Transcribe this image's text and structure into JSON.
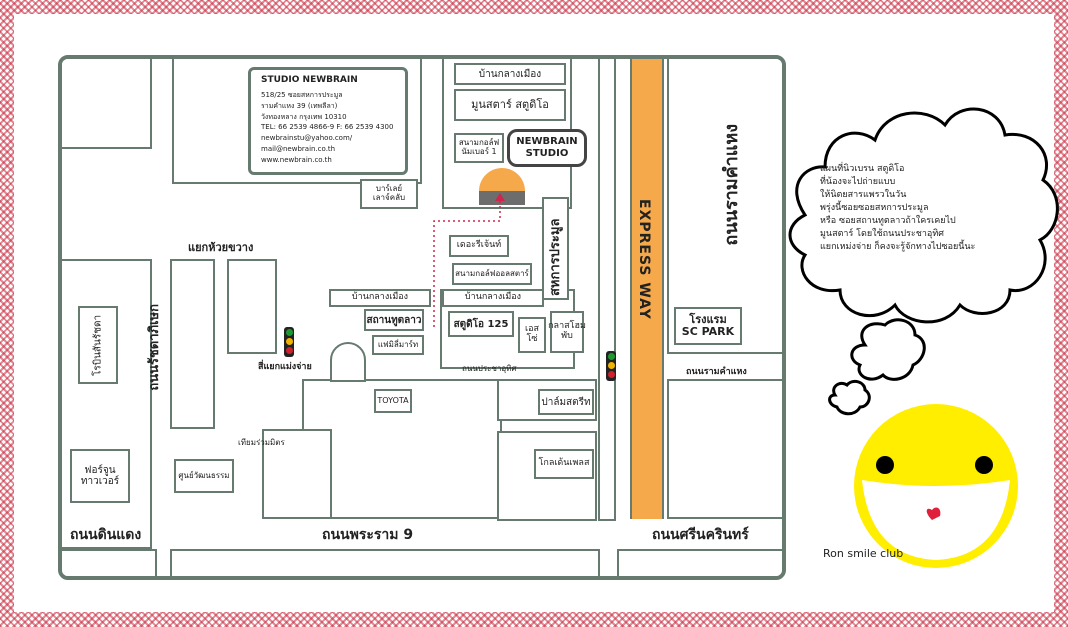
{
  "colors": {
    "border": "#667a70",
    "express": "#f6a94a",
    "frame": "#c8283c",
    "smiley": "#ffee00"
  },
  "info": {
    "title": "STUDIO NEWBRAIN",
    "lines": [
      "518/25 ซอยสหการประมูล",
      "รามคำแหง 39 (เทพลีลา)",
      "วังทองหลาง กรุงเทพ 10310",
      "TEL: 66 2539 4866-9 F: 66 2539 4300",
      "newbrainstu@yahoo.com/",
      "mail@newbrain.co.th",
      "www.newbrain.co.th"
    ]
  },
  "studio_label": [
    "NEWBRAIN",
    "STUDIO"
  ],
  "places": {
    "bankl_top": "บ้านกลางเมือง",
    "mansta": "มูนสตาร์ สตูดิโอ",
    "golf1": "สนามกอล์ฟ\nนัมเบอร์ 1",
    "barley": "บาร์เลย์\nเลาจ์คลับ",
    "sahakan": "สหการประมูล",
    "regent": "เดอะรีเจ้นท์",
    "golfall": "สนามกอล์ฟออลสตาร์",
    "bankl_mid": "บ้านกลางเมือง",
    "bankl_left": "บ้านกลางเมือง",
    "embassy": "สถานทูตลาว",
    "familymart": "แฟมิลี่มาร์ท",
    "studio125": "สตูดิโอ 125",
    "esso": "เอสโซ่",
    "golfhome": "กลาสโฮม\nพับ",
    "yaek_huai": "แยกห้วยขวาง",
    "robinson": "โรบินสันรัชดา",
    "ratchada": "ถนนรัชดาภิเษก",
    "si_yaek": "สี่แยกแม่งจ่าย",
    "pracha": "ถนนประชาอุทิศ",
    "toyota": "TOYOTA",
    "palm": "ปาล์มสตรีท",
    "tiam": "เทียมร่วมมิตร",
    "cultural": "ศูนย์วัฒนธรรม",
    "fortune": "ฟอร์จูน\nทาวเวอร์",
    "golden": "โกลเด้นเพลส",
    "expressway": "EXPRESS WAY",
    "hotel1": "โรงแรม",
    "hotel2": "SC PARK",
    "ram_road": "ถนนรามคำแหง",
    "ram_vert": "ถนนรามคำแหง",
    "din_daeng": "ถนนดินแดง",
    "rama9": "ถนนพระราม 9",
    "srinakarin": "ถนนศรีนครินทร์"
  },
  "bubble_lines": [
    "แผนที่นิวเบรน สตูดิโอ",
    "ที่น้องจะไปถ่ายแบบ",
    "ให้นิตยสารแพรวในวัน",
    "พรุ่งนี้ซอยซอยสหการประมูล",
    "หรือ ซอยสถานทูตลาวถ้าใครเคยไป",
    "มูนสตาร์ โดยใช้ถนนประชาอุทิศ",
    "แยกเหม่งจ่าย ก็คงจะรู้จักทางไปซอยนี้นะ"
  ],
  "caption": "Ron smile club"
}
